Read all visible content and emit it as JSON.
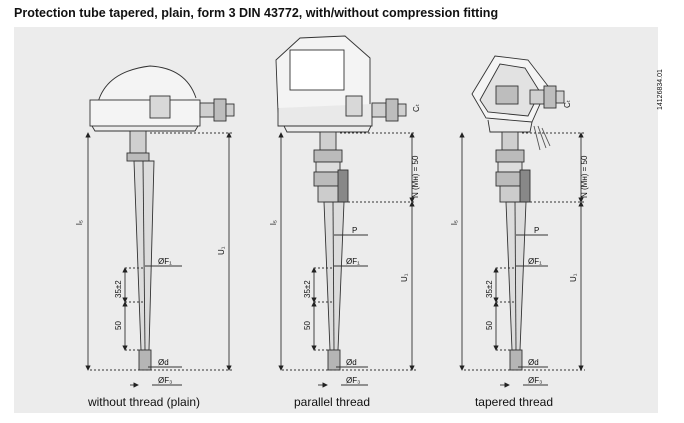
{
  "title": "Protection tube tapered, plain, form 3 DIN 43772, with/without compression fitting",
  "figure_id": "14126834.01",
  "views": [
    {
      "caption": "without thread (plain)"
    },
    {
      "caption": "parallel thread"
    },
    {
      "caption": "tapered thread"
    }
  ],
  "labels": {
    "ls": "l₅",
    "u1": "U₁",
    "ct": "Cₜ",
    "f1": "ØF₁",
    "d": "Ød",
    "f3": "ØF₃",
    "p": "P",
    "n": "N (Mн) = 50",
    "d35": "35±2",
    "d50": "50"
  },
  "colors": {
    "background": "#ececec",
    "line": "#333333",
    "metal": "#9a9a9a"
  }
}
